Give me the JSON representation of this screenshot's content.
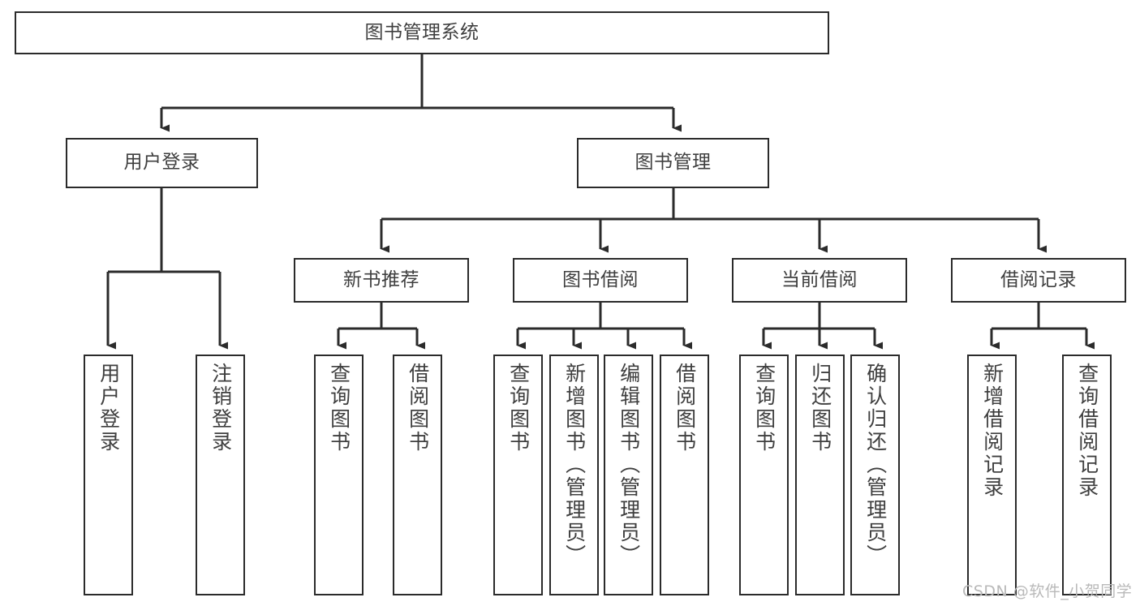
{
  "diagram": {
    "type": "hierarchy-tree",
    "title": "图书管理系统",
    "arrow_color": "#2b2b2b",
    "box_border_color": "#2b2b2b",
    "box_fill_color": "#ffffff",
    "text_color": "#3f3f3f",
    "levels": 4,
    "nodes": {
      "root": {
        "label": "图书管理系统"
      },
      "l2": [
        {
          "id": "user-login",
          "label": "用户登录"
        },
        {
          "id": "book-manage",
          "label": "图书管理"
        }
      ],
      "l3": [
        {
          "id": "new-book-recommend",
          "label": "新书推荐"
        },
        {
          "id": "book-borrow",
          "label": "图书借阅"
        },
        {
          "id": "current-borrow",
          "label": "当前借阅"
        },
        {
          "id": "borrow-record",
          "label": "借阅记录"
        }
      ],
      "leaves": {
        "user-login": [
          {
            "id": "leaf-user-login",
            "label": "用户登录"
          },
          {
            "id": "leaf-logout",
            "label": "注销登录"
          }
        ],
        "new-book-recommend": [
          {
            "id": "leaf-query-book-1",
            "label": "查询图书"
          },
          {
            "id": "leaf-borrow-book-1",
            "label": "借阅图书"
          }
        ],
        "book-borrow": [
          {
            "id": "leaf-query-book-2",
            "label": "查询图书"
          },
          {
            "id": "leaf-add-book",
            "label": "新增图书（管理员）"
          },
          {
            "id": "leaf-edit-book",
            "label": "编辑图书（管理员）"
          },
          {
            "id": "leaf-borrow-book-2",
            "label": "借阅图书"
          }
        ],
        "current-borrow": [
          {
            "id": "leaf-query-book-3",
            "label": "查询图书"
          },
          {
            "id": "leaf-return-book",
            "label": "归还图书"
          },
          {
            "id": "leaf-confirm-return",
            "label": "确认归还（管理员）"
          }
        ],
        "borrow-record": [
          {
            "id": "leaf-add-record",
            "label": "新增借阅记录"
          },
          {
            "id": "leaf-query-record",
            "label": "查询借阅记录"
          }
        ]
      }
    },
    "watermark": "CSDN @软件_小贺同学"
  }
}
